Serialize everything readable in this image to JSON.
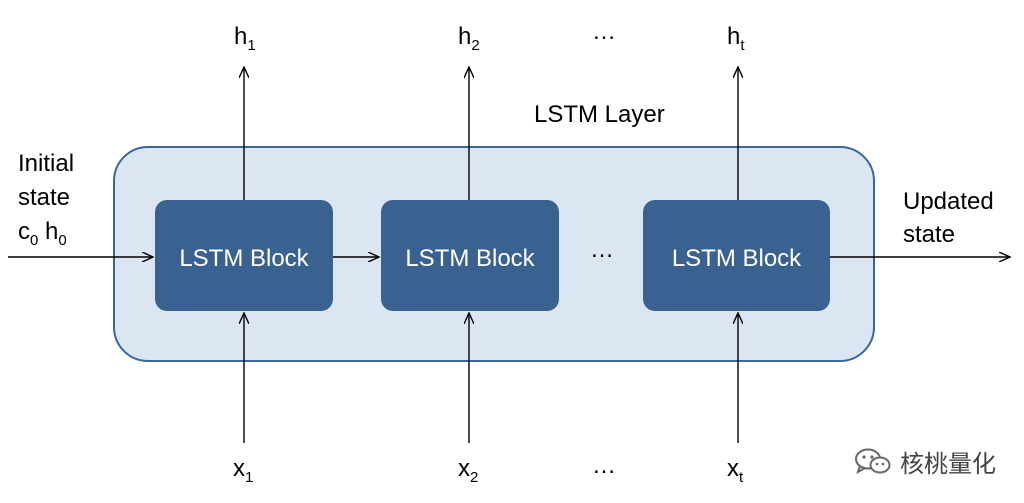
{
  "layer": {
    "title": "LSTM Layer"
  },
  "blocks": [
    {
      "label": "LSTM Block"
    },
    {
      "label": "LSTM Block"
    },
    {
      "label": "LSTM Block"
    }
  ],
  "outputs": [
    {
      "base": "h",
      "sub": "1"
    },
    {
      "base": "h",
      "sub": "2"
    },
    {
      "ellipsis": "…"
    },
    {
      "base": "h",
      "sub": "t"
    }
  ],
  "inputs": [
    {
      "base": "x",
      "sub": "1"
    },
    {
      "base": "x",
      "sub": "2"
    },
    {
      "ellipsis": "…"
    },
    {
      "base": "x",
      "sub": "t"
    }
  ],
  "middle_ellipsis": "…",
  "initial_state": {
    "line1": "Initial",
    "line2": "state",
    "c": "c",
    "c_sub": "0",
    "h": "h",
    "h_sub": "0"
  },
  "updated_state": {
    "line1": "Updated",
    "line2": "state"
  },
  "watermark": {
    "text": "核桃量化",
    "icon": "wechat-icon"
  },
  "colors": {
    "layer_fill": "#dce6f2",
    "layer_stroke": "#3a6698",
    "block_fill": "#3a6290",
    "arrow": "#000000"
  }
}
